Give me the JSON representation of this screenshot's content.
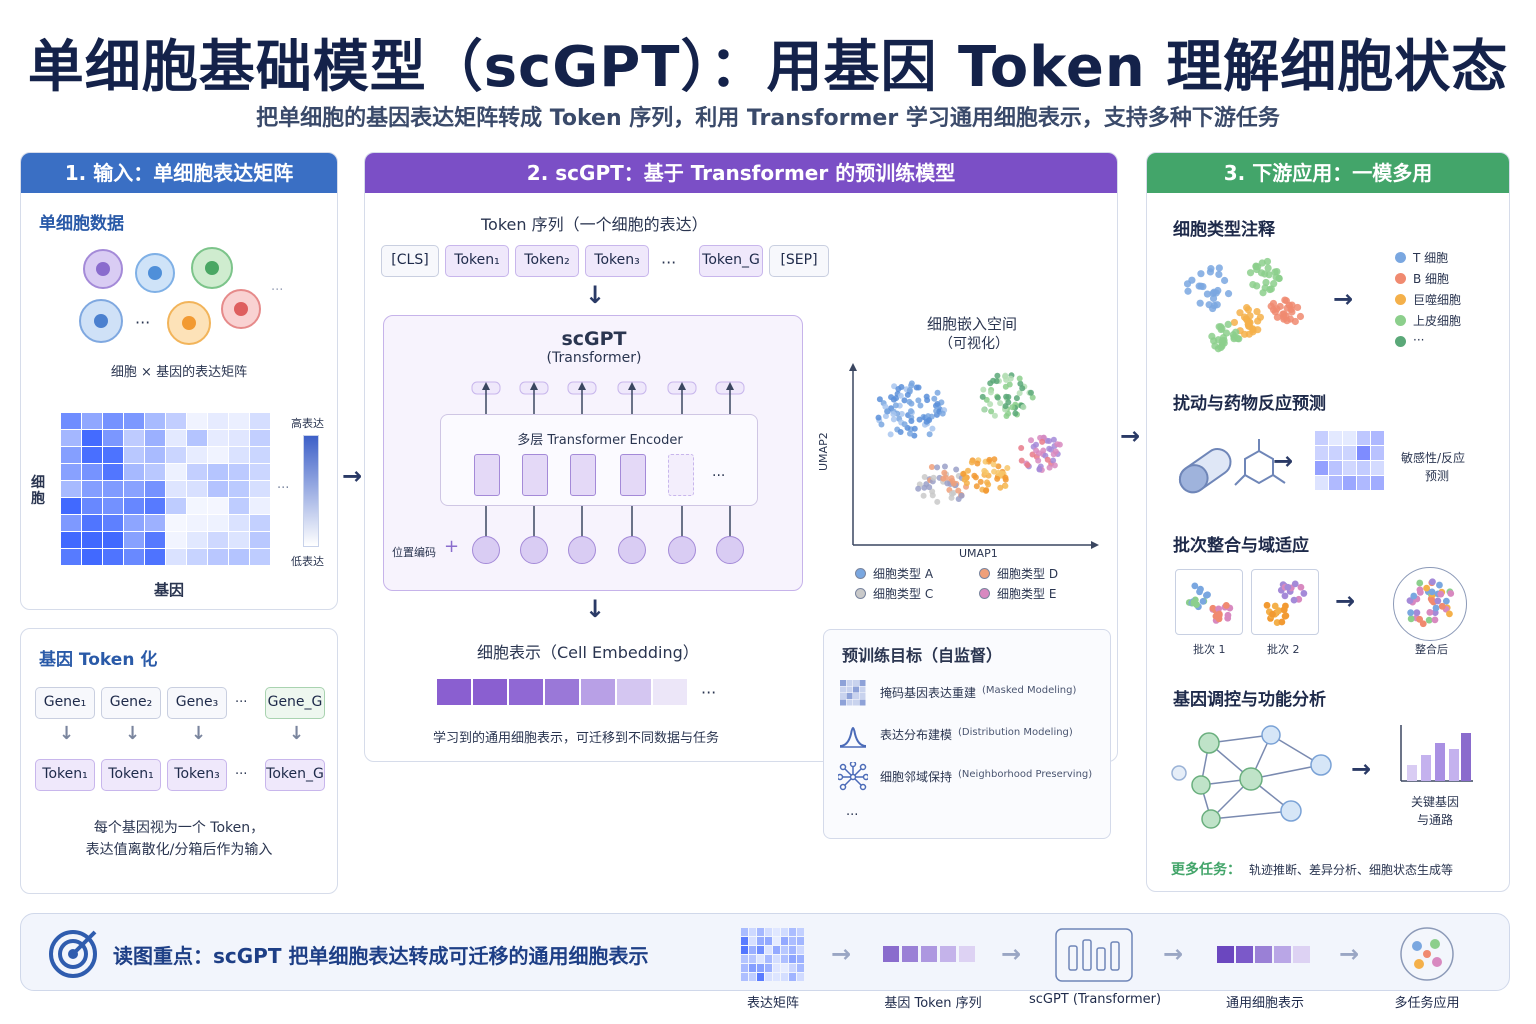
{
  "header": {
    "title": "单细胞基础模型（scGPT）：用基因 Token 理解细胞状态",
    "subtitle": "把单细胞的基因表达矩阵转成 Token 序列，利用 Transformer 学习通用细胞表示，支持多种下游任务"
  },
  "panel1": {
    "head": "1. 输入：单细胞表达矩阵",
    "section_title": "单细胞数据",
    "matrix_caption": "细胞 × 基因的表达矩阵",
    "high_label": "高表达",
    "low_label": "低表达",
    "row_label": "细\n胞",
    "col_label": "基因",
    "ellipsis": "···"
  },
  "tokenize": {
    "title": "基因 Token 化",
    "genes": [
      "Gene₁",
      "Gene₂",
      "Gene₃",
      "···",
      "Gene_G"
    ],
    "tokens": [
      "Token₁",
      "Token₁",
      "Token₃",
      "···",
      "Token_G"
    ],
    "caption_line1": "每个基因视为一个 Token，",
    "caption_line2": "表达值离散化/分箱后作为输入"
  },
  "panel2": {
    "head": "2. scGPT：基于 Transformer 的预训练模型",
    "seq_title": "Token 序列（一个细胞的表达）",
    "seq": [
      "[CLS]",
      "Token₁",
      "Token₂",
      "Token₃",
      "···",
      "Token_G",
      "[SEP]"
    ],
    "model_name": "scGPT",
    "model_sub": "(Transformer)",
    "encoder": "多层 Transformer Encoder",
    "pos_label": "位置编码",
    "ellipsis": "···",
    "embed_title": "细胞表示（Cell Embedding）",
    "embed_caption": "学习到的通用细胞表示，可迁移到不同数据与任务",
    "space_title_line1": "细胞嵌入空间",
    "space_title_line2": "（可视化）",
    "umap_x": "UMAP1",
    "umap_y": "UMAP2",
    "legend": [
      {
        "label": "细胞类型 A",
        "color": "#7aa7e0"
      },
      {
        "label": "细胞类型 D",
        "color": "#f0a07a"
      },
      {
        "label": "细胞类型 C",
        "color": "#c9c9c9"
      },
      {
        "label": "细胞类型 E",
        "color": "#d889c0"
      }
    ],
    "pretrain_title": "预训练目标（自监督）",
    "pretrain_items": [
      {
        "name": "掩码基因表达重建",
        "en": "(Masked Modeling)",
        "icon": "grid-icon"
      },
      {
        "name": "表达分布建模",
        "en": "(Distribution Modeling)",
        "icon": "distribution-icon"
      },
      {
        "name": "细胞邻域保持",
        "en": "(Neighborhood Preserving)",
        "icon": "network-icon"
      }
    ],
    "pretrain_more": "···"
  },
  "panel3": {
    "head": "3. 下游应用：一模多用",
    "annot_title": "细胞类型注释",
    "annot_legend": [
      {
        "label": "T 细胞",
        "color": "#7aa7e0"
      },
      {
        "label": "B 细胞",
        "color": "#f08a70"
      },
      {
        "label": "巨噬细胞",
        "color": "#f4b04a"
      },
      {
        "label": "上皮细胞",
        "color": "#8ccf8c"
      },
      {
        "label": "···",
        "color": "#5aa878"
      }
    ],
    "perturb_title": "扰动与药物反应预测",
    "perturb_caption_line1": "敏感性/反应",
    "perturb_caption_line2": "预测",
    "batch_title": "批次整合与域适应",
    "batch1": "批次 1",
    "batch2": "批次 2",
    "batch_merged": "整合后",
    "grn_title": "基因调控与功能分析",
    "grn_caption_line1": "关键基因",
    "grn_caption_line2": "与通路",
    "more_label": "更多任务：",
    "more_text": "轨迹推断、差异分析、细胞状态生成等"
  },
  "bottom": {
    "key_text": "读图重点：scGPT 把单细胞表达转成可迁移的通用细胞表示",
    "flow": [
      "表达矩阵",
      "基因 Token 序列",
      "scGPT (Transformer)",
      "通用细胞表示",
      "多任务应用"
    ]
  },
  "colors": {
    "blue_head": "#3a6fc4",
    "purple_head": "#7b4fc6",
    "green_head": "#43a56a"
  }
}
